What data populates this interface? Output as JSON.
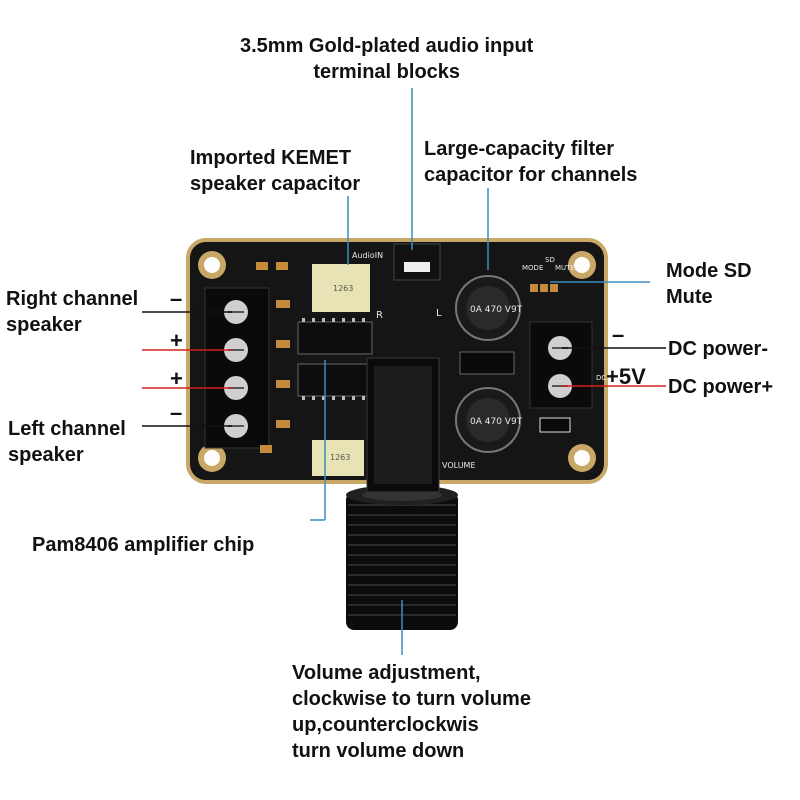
{
  "labels": {
    "audio_input_line1": "3.5mm Gold-plated audio input",
    "audio_input_line2": "terminal blocks",
    "kemet_line1": "Imported KEMET",
    "kemet_line2": "speaker capacitor",
    "filter_line1": "Large-capacity filter",
    "filter_line2": "capacitor for channels",
    "right_speaker_line1": "Right channel",
    "right_speaker_line2": "speaker",
    "left_speaker_line1": "Left channel",
    "left_speaker_line2": "speaker",
    "mode_line1": "Mode SD",
    "mode_line2": "Mute",
    "dc_minus": "DC power-",
    "dc_plus": "DC power+",
    "plus5v": "+5V",
    "pam_chip": "Pam8406 amplifier chip",
    "volume_line1": "Volume adjustment,",
    "volume_line2": "clockwise to turn volume",
    "volume_line3": "up,counterclockwis",
    "volume_line4": "turn volume down"
  },
  "signs": {
    "right_minus": "–",
    "right_plus": "+",
    "left_plus": "+",
    "left_minus": "–",
    "dc_minus_sign": "–"
  },
  "board": {
    "silk_audio": "AudioIN",
    "silk_volume": "VOLUME",
    "silk_mode": "MODE",
    "silk_sd": "SD",
    "silk_mute": "MUTE",
    "cap_marking": "1263",
    "elec_cap_marking": "0A 470 V9T",
    "silk_r": "R",
    "silk_l": "L",
    "silk_5v": "DC5V"
  },
  "colors": {
    "board": "#151515",
    "rim": "#c9a867",
    "leader": "#3b8fbf",
    "wire_red": "#d42020"
  }
}
